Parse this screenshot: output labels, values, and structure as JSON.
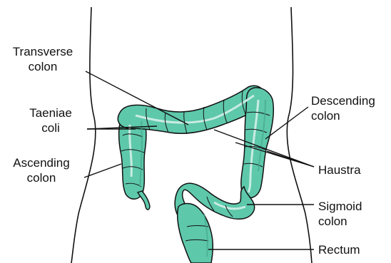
{
  "diagram": {
    "colors": {
      "colon_fill": "#5ec8ab",
      "colon_shade": "#45a88d",
      "colon_highlight": "#c9ece2",
      "outline": "#111111",
      "background": "#ffffff"
    },
    "labels": {
      "transverse_colon": {
        "line1": "Transverse",
        "line2": "colon"
      },
      "taeniae_coli": {
        "line1": "Taeniae",
        "line2": "coli"
      },
      "ascending_colon": {
        "line1": "Ascending",
        "line2": "colon"
      },
      "descending_colon": {
        "line1": "Descending",
        "line2": "colon"
      },
      "haustra": {
        "line1": "Haustra"
      },
      "sigmoid_colon": {
        "line1": "Sigmoid",
        "line2": "colon"
      },
      "rectum": {
        "line1": "Rectum"
      }
    }
  }
}
